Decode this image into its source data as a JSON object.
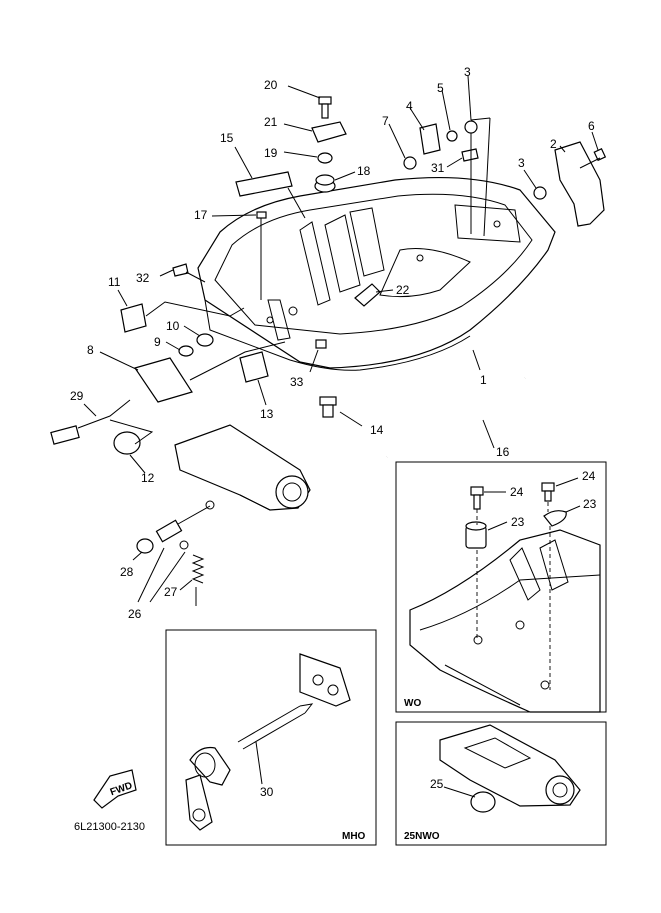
{
  "diagram_code": "6L21300-2130",
  "fwd_label": "FWD",
  "insets": {
    "wo": "WO",
    "mho": "MHO",
    "nwo": "25NWO"
  },
  "callouts": {
    "p1": "1",
    "p2": "2",
    "p3a": "3",
    "p3b": "3",
    "p4": "4",
    "p5": "5",
    "p6": "6",
    "p7": "7",
    "p8": "8",
    "p9": "9",
    "p10": "10",
    "p11": "11",
    "p12": "12",
    "p13": "13",
    "p14": "14",
    "p15": "15",
    "p16": "16",
    "p17": "17",
    "p18": "18",
    "p19": "19",
    "p20": "20",
    "p21": "21",
    "p22": "22",
    "p23a": "23",
    "p23b": "23",
    "p24a": "24",
    "p24b": "24",
    "p25": "25",
    "p26": "26",
    "p27": "27",
    "p28": "28",
    "p29": "29",
    "p30": "30",
    "p31": "31",
    "p32": "32",
    "p33": "33"
  }
}
